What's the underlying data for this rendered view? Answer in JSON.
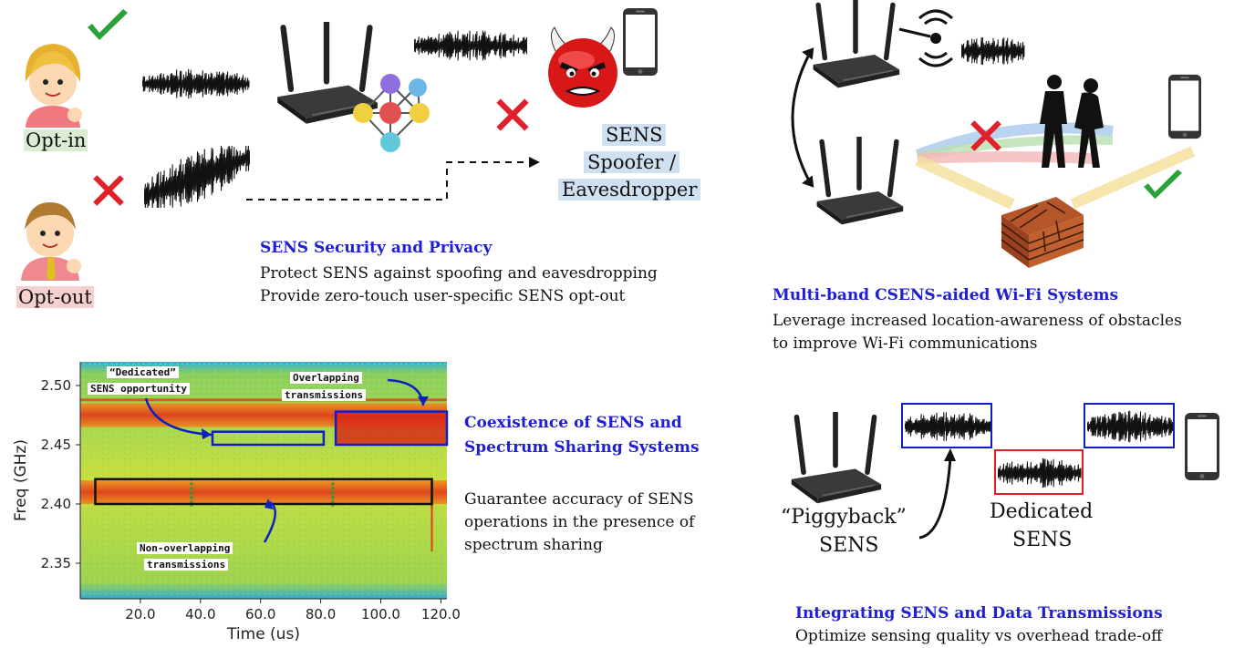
{
  "quadrant_security": {
    "optin_label": "Opt-in",
    "optout_label": "Opt-out",
    "attacker_label_line1": "SENS",
    "attacker_label_line2": "Spoofer /",
    "attacker_label_line3": "Eavesdropper",
    "title": "SENS Security and Privacy",
    "desc_line1": "Protect SENS against spoofing and eavesdropping",
    "desc_line2": "Provide zero-touch user-specific SENS opt-out"
  },
  "quadrant_multiband": {
    "title": "Multi-band CSENS-aided Wi-Fi Systems",
    "desc_line1": "Leverage increased location-awareness of obstacles",
    "desc_line2": "to improve Wi-Fi communications"
  },
  "quadrant_coexistence": {
    "title_line1": "Coexistence of SENS and",
    "title_line2": "Spectrum Sharing Systems",
    "desc_line1": "Guarantee accuracy of SENS",
    "desc_line2": "operations in the presence of",
    "desc_line3": "spectrum sharing",
    "annot_dedicated_line1": "“Dedicated”",
    "annot_dedicated_line2": "SENS opportunity",
    "annot_overlapping_line1": "Overlapping",
    "annot_overlapping_line2": "transmissions",
    "annot_nonoverlap_line1": "Non-overlapping",
    "annot_nonoverlap_line2": "transmissions"
  },
  "chart_data": {
    "type": "heatmap",
    "xlabel": "Time (us)",
    "ylabel": "Freq (GHz)",
    "xlim": [
      0,
      122
    ],
    "ylim": [
      2.32,
      2.52
    ],
    "x_ticks": [
      "20.0",
      "40.0",
      "60.0",
      "80.0",
      "100.0",
      "120.0"
    ],
    "x_tick_values": [
      20,
      40,
      60,
      80,
      100,
      120
    ],
    "y_ticks": [
      "2.50",
      "2.45",
      "2.40",
      "2.35"
    ],
    "y_tick_values": [
      2.5,
      2.45,
      2.4,
      2.35
    ],
    "bands": [
      {
        "name": "upper-band",
        "f_low": 2.465,
        "f_high": 2.485,
        "t_start": 0,
        "t_end": 122
      },
      {
        "name": "lower-band",
        "f_low": 2.4,
        "f_high": 2.42,
        "t_start": 0,
        "t_end": 122
      }
    ],
    "boxes": [
      {
        "name": "dedicated-sens-box",
        "color": "#1020c0",
        "t_start": 44,
        "t_end": 81,
        "f_low": 2.45,
        "f_high": 2.461
      },
      {
        "name": "overlapping-box",
        "color": "#1020c0",
        "t_start": 85,
        "t_end": 122,
        "f_low": 2.45,
        "f_high": 2.478
      },
      {
        "name": "nonoverlap-box",
        "color": "#111111",
        "t_start": 5,
        "t_end": 117,
        "f_low": 2.4,
        "f_high": 2.421
      }
    ]
  },
  "quadrant_integration": {
    "piggyback_line1": "“Piggyback”",
    "piggyback_line2": "SENS",
    "dedicated_line1": "Dedicated",
    "dedicated_line2": "SENS",
    "title": "Integrating SENS and Data Transmissions",
    "desc_line1": "Optimize sensing quality vs overhead trade-off"
  },
  "colors": {
    "title_blue": "#2020d0",
    "check_green": "#2aa23a",
    "cross_red": "#e0202a",
    "box_blue": "#1020c0",
    "box_red": "#e02020"
  }
}
